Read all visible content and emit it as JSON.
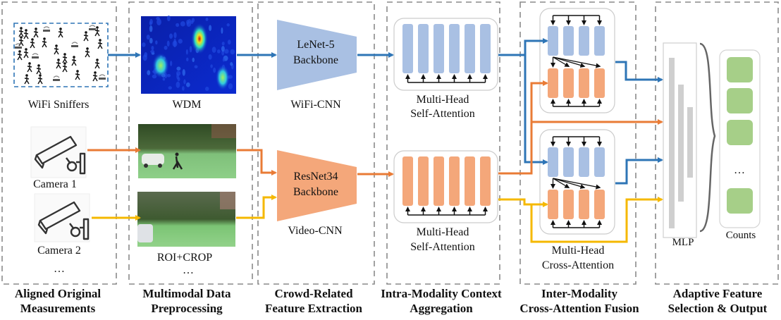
{
  "colors": {
    "wifi": "#2e75b6",
    "video1": "#e97b36",
    "video2": "#f5b800",
    "wifi_block": "#a9c0e3",
    "video_block": "#f4a77a",
    "output_block": "#a6cf88",
    "mlp_bar": "#cfcfcf",
    "stage_border": "#8a8a8a"
  },
  "stages": [
    {
      "title_line1": "Aligned Original",
      "title_line2": "Measurements"
    },
    {
      "title_line1": "Multimodal Data",
      "title_line2": "Preprocessing"
    },
    {
      "title_line1": "Crowd-Related",
      "title_line2": "Feature Extraction"
    },
    {
      "title_line1": "Intra-Modality Context",
      "title_line2": "Aggregation"
    },
    {
      "title_line1": "Inter-Modality",
      "title_line2": "Cross-Attention Fusion"
    },
    {
      "title_line1": "Adaptive Feature",
      "title_line2": "Selection & Output"
    }
  ],
  "inputs": {
    "wifi_label": "WiFi Sniffers",
    "camera1_label": "Camera 1",
    "camera2_label": "Camera 2",
    "more": "…"
  },
  "preprocessing": {
    "wdm_label": "WDM",
    "roi_label": "ROI+CROP",
    "more": "…"
  },
  "extraction": {
    "wifi_backbone_line1": "LeNet-5",
    "wifi_backbone_line2": "Backbone",
    "wifi_cnn_label": "WiFi-CNN",
    "video_backbone_line1": "ResNet34",
    "video_backbone_line2": "Backbone",
    "video_cnn_label": "Video-CNN"
  },
  "self_attention": {
    "heads": 6,
    "label_line1": "Multi-Head",
    "label_line2": "Self-Attention"
  },
  "cross_attention": {
    "heads": 4,
    "label_line1": "Multi-Head",
    "label_line2": "Cross-Attention"
  },
  "output": {
    "mlp_label": "MLP",
    "counts_label": "Counts",
    "more": "…"
  }
}
